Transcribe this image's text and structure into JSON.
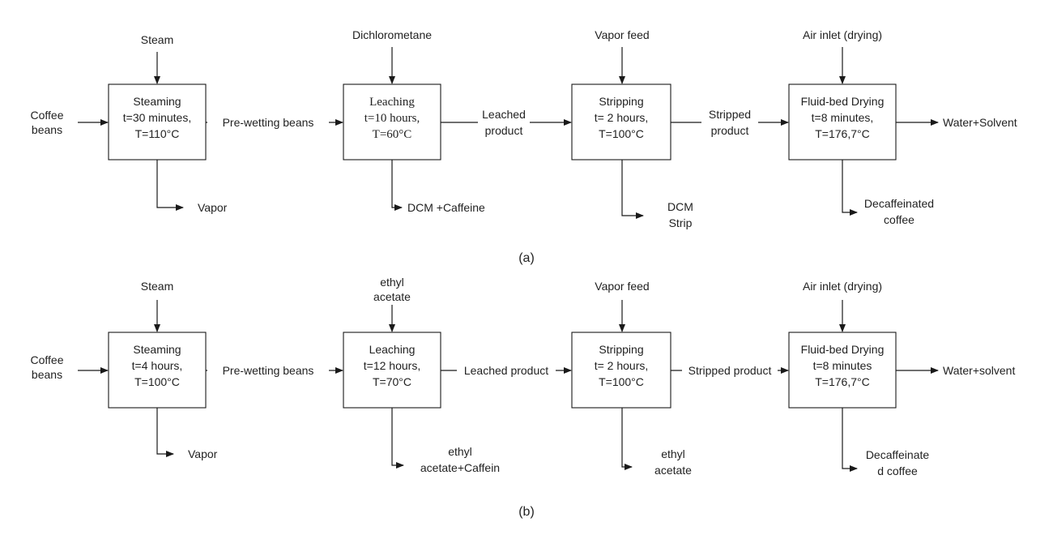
{
  "diagram_a": {
    "caption": "(a)",
    "inputs": {
      "coffee": [
        "Coffee",
        "beans"
      ],
      "steam": "Steam",
      "solvent": "Dichlorometane",
      "vapor_feed": "Vapor feed",
      "air": "Air inlet (drying)"
    },
    "units": [
      {
        "lines": [
          "Steaming",
          "t=30 minutes,",
          "T=110°C"
        ]
      },
      {
        "lines": [
          "Leaching",
          "t=10 hours,",
          "T=60°C"
        ]
      },
      {
        "lines": [
          "Stripping",
          "t= 2 hours,",
          "T=100°C"
        ]
      },
      {
        "lines": [
          "Fluid-bed Drying",
          "t=8 minutes,",
          "T=176,7°C"
        ]
      }
    ],
    "streams": {
      "s1": [
        "Pre-wetting beans"
      ],
      "s2": [
        "Leached",
        "product"
      ],
      "s3": [
        "Stripped",
        "product"
      ],
      "final": "Water+Solvent"
    },
    "outputs": {
      "o1": [
        "Vapor"
      ],
      "o2": [
        "DCM +Caffeine"
      ],
      "o3": [
        "DCM",
        "Strip"
      ],
      "o4": [
        "Decaffeinated",
        "coffee"
      ]
    }
  },
  "diagram_b": {
    "caption": "(b)",
    "inputs": {
      "coffee": [
        "Coffee",
        "beans"
      ],
      "steam": "Steam",
      "solvent": [
        "ethyl",
        "acetate"
      ],
      "vapor_feed": "Vapor feed",
      "air": "Air inlet (drying)"
    },
    "units": [
      {
        "lines": [
          "Steaming",
          "t=4 hours,",
          "T=100°C"
        ]
      },
      {
        "lines": [
          "Leaching",
          "t=12 hours,",
          "T=70°C"
        ]
      },
      {
        "lines": [
          "Stripping",
          "t= 2 hours,",
          "T=100°C"
        ]
      },
      {
        "lines": [
          "Fluid-bed Drying",
          "t=8 minutes",
          "T=176,7°C"
        ]
      }
    ],
    "streams": {
      "s1": [
        "Pre-wetting beans"
      ],
      "s2": [
        "Leached product"
      ],
      "s3": [
        "Stripped product"
      ],
      "final": "Water+solvent"
    },
    "outputs": {
      "o1": [
        "Vapor"
      ],
      "o2": [
        "ethyl",
        "acetate+Caffein"
      ],
      "o3": [
        "ethyl",
        "acetate"
      ],
      "o4": [
        "Decaffeinate",
        "d coffee"
      ]
    }
  }
}
